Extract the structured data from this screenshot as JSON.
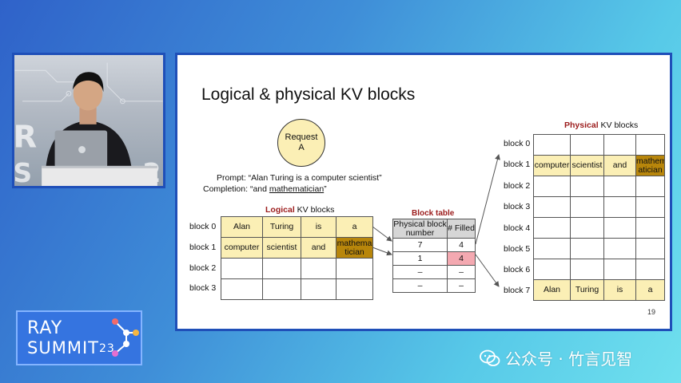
{
  "slide": {
    "title": "Logical & physical KV blocks",
    "request": {
      "line1": "Request",
      "line2": "A"
    },
    "prompt": "Prompt: “Alan Turing is a computer scientist”",
    "completion_prefix": "Completion: “and ",
    "completion_word": "mathematician",
    "completion_suffix": "”",
    "logical": {
      "heading_bold": "Logical",
      "heading_rest": " KV blocks",
      "row_labels": [
        "block 0",
        "block 1",
        "block 2",
        "block 3"
      ],
      "rows": [
        [
          "Alan",
          "Turing",
          "is",
          "a"
        ],
        [
          "computer",
          "scientist",
          "and",
          "mathema tician"
        ],
        [
          "",
          "",
          "",
          ""
        ],
        [
          "",
          "",
          "",
          ""
        ]
      ]
    },
    "block_table": {
      "title": "Block table",
      "headers": [
        "Physical block number",
        "# Filled"
      ],
      "rows": [
        [
          "7",
          "4"
        ],
        [
          "1",
          "4"
        ],
        [
          "–",
          "–"
        ],
        [
          "–",
          "–"
        ]
      ]
    },
    "physical": {
      "heading_bold": "Physical",
      "heading_rest": " KV blocks",
      "row_labels": [
        "block 0",
        "block 1",
        "block 2",
        "block 3",
        "block 4",
        "block 5",
        "block 6",
        "block 7"
      ],
      "rows": [
        [
          "",
          "",
          "",
          ""
        ],
        [
          "computer",
          "scientist",
          "and",
          "mathem atician"
        ],
        [
          "",
          "",
          "",
          ""
        ],
        [
          "",
          "",
          "",
          ""
        ],
        [
          "",
          "",
          "",
          ""
        ],
        [
          "",
          "",
          "",
          ""
        ],
        [
          "",
          "",
          "",
          ""
        ],
        [
          "Alan",
          "Turing",
          "is",
          "a"
        ]
      ]
    },
    "page_number": "19"
  },
  "logo": {
    "line1": "RAY",
    "line2": "SUMMIT",
    "year": "23"
  },
  "watermark": "公众号 · 竹言见智",
  "colors": {
    "token_fill": "#fbefb5",
    "new_token_fill": "#b8860b",
    "filled_highlight": "#f4a9b1",
    "heading_red": "#9b1b1b",
    "frame_blue": "#1f4fb8"
  }
}
